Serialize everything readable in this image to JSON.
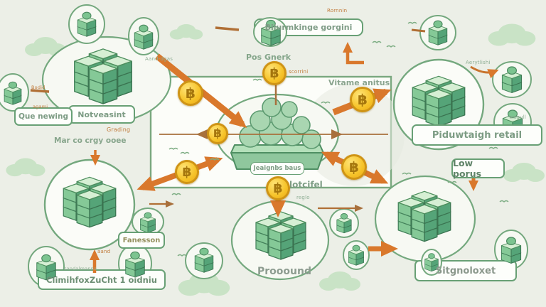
{
  "scene": {
    "background": "#ecefe7"
  },
  "banner": {
    "label": "Bilurmkinge gorgini",
    "annotation": "Rornnin"
  },
  "center": {
    "top_label": "Pos Gnerk",
    "coin_annotation": "scorrini",
    "blob_caption": "Jeaignbs baus",
    "bottom_label": "lotcifel",
    "bottom_annotation": "reglo",
    "right_label": "Vitame anitus"
  },
  "labels": {
    "notveasint": "Notveasint",
    "que_newing": "Que newing",
    "mar_co": "Mar co crgy ooee",
    "aand_dgas": "Aand-dgas",
    "grading": "Grading",
    "bodid": "Bodid",
    "agami": "agami",
    "fanesson": "Fanesson",
    "aand": "aand",
    "sandalmanna": "sandalmanna",
    "climihfox": "ClimihfoxZuCht 1 oidniu",
    "prooound": "Prooound",
    "low_porus": "Low porus",
    "piduwtaigh": "Piduwtaigh retail",
    "sitgnoloxet": "Sitgnoloxet",
    "aerytlishi": "Aerytlishi",
    "wagull": "wagull"
  },
  "coin": {
    "symbol": "฿"
  },
  "colors": {
    "outline_green": "#74a87e",
    "label_text": "#7d9c84",
    "arrow_orange": "#d9782c",
    "thin_brown": "#a8703c",
    "coin_gold": "#f6c329",
    "cloud_green": "#c9e3c6",
    "cube_green": "#85c997"
  }
}
